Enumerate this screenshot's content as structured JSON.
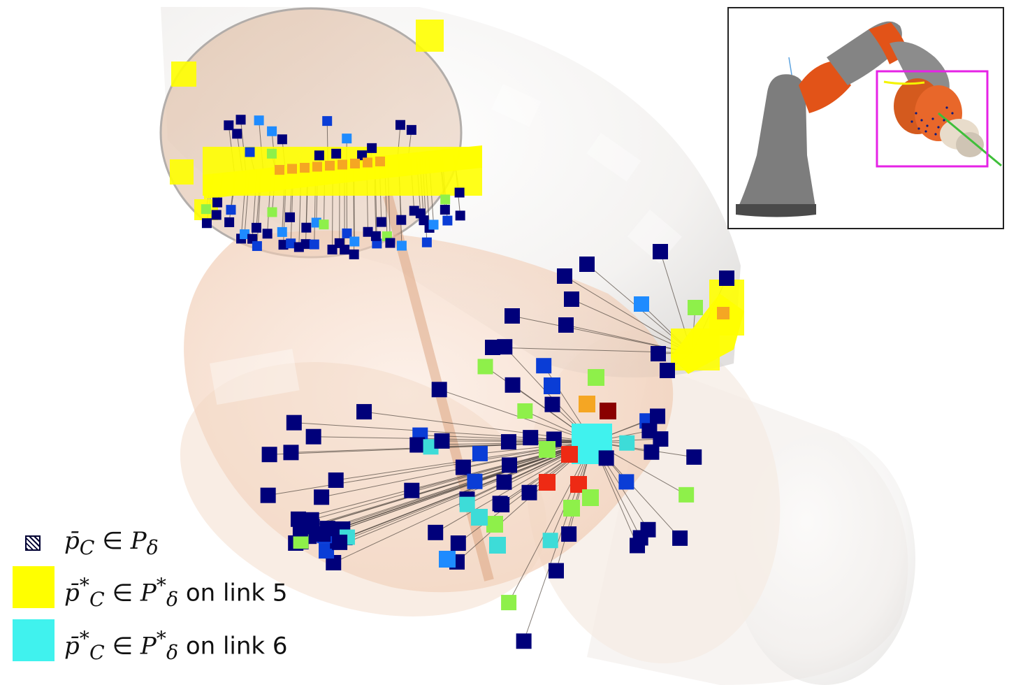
{
  "colors": {
    "link5_highlight": "#ffff00",
    "link6_highlight": "#40f2ee",
    "point_default": "#000050",
    "colormap": [
      "#00007a",
      "#0a3dd6",
      "#1e8bff",
      "#3ddcd8",
      "#8ef04a",
      "#f2f22a",
      "#f5a623",
      "#ee2a14",
      "#8a0000"
    ],
    "inset_frame": "#e622e6",
    "link_orange": "#e0581c",
    "link_gray": "#6e6e6e"
  },
  "legend": {
    "items": [
      {
        "symbol": "p̄",
        "sub": "C",
        "sup": "",
        "rel": "∈",
        "set": "P",
        "set_sub": "δ",
        "set_sup": "",
        "suffix": "",
        "swatch": "hatched"
      },
      {
        "symbol": "p̄",
        "sub": "C",
        "sup": "*",
        "rel": "∈",
        "set": "P",
        "set_sub": "δ",
        "set_sup": "*",
        "suffix": "on link 5",
        "swatch": "#ffff00"
      },
      {
        "symbol": "p̄",
        "sub": "C",
        "sup": "*",
        "rel": "∈",
        "set": "P",
        "set_sub": "δ",
        "set_sup": "*",
        "suffix": "on link 6",
        "swatch": "#40f2ee"
      }
    ]
  },
  "icons": {
    "hatched_square": "hatched-square-icon",
    "robot_arm": "robot-arm-icon"
  }
}
